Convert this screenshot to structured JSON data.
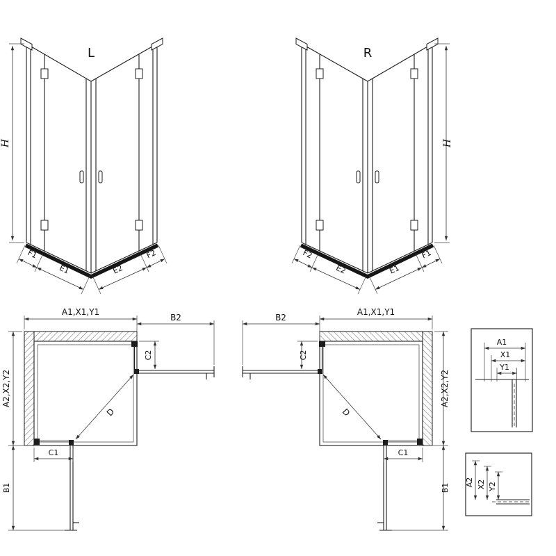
{
  "views_3d": {
    "left": {
      "title": "L",
      "height": "H",
      "f1": "F1",
      "e1": "E1",
      "e2": "E2",
      "f2": "F2"
    },
    "right": {
      "title": "R",
      "height": "H",
      "f1": "F1",
      "e1": "E1",
      "e2": "E2",
      "f2": "F2"
    }
  },
  "plans": {
    "left": {
      "top_width": "A1,X1,Y1",
      "door_top": "B2",
      "c2": "C2",
      "side_height": "A2,X2,Y2",
      "c1": "C1",
      "door_side": "B1",
      "diagonal": "D"
    },
    "right": {
      "top_width": "A1,X1,Y1",
      "door_top": "B2",
      "c2": "C2",
      "side_height": "A2,X2,Y2",
      "c1": "C1",
      "door_side": "B1",
      "diagonal": "D"
    }
  },
  "details": {
    "top": {
      "a1": "A1",
      "x1": "X1",
      "y1": "Y1"
    },
    "bottom": {
      "a2": "A2",
      "x2": "X2",
      "y2": "Y2"
    }
  }
}
